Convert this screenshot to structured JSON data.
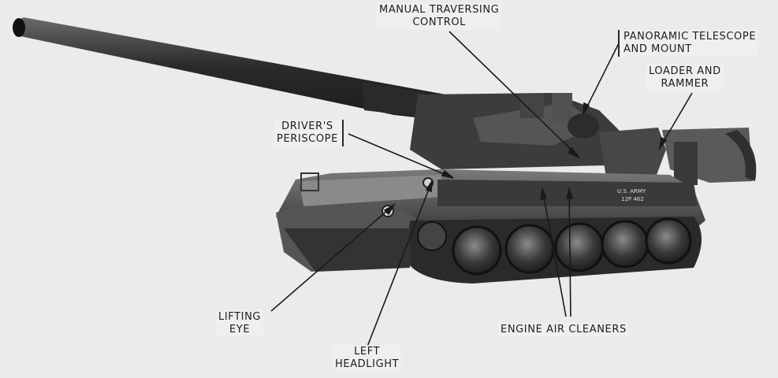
{
  "labels": {
    "manual_traversing_control": [
      "MANUAL TRAVERSING",
      "CONTROL"
    ],
    "panoramic_telescope": [
      "PANORAMIC TELESCOPE",
      "AND MOUNT"
    ],
    "loader_rammer": [
      "LOADER AND",
      "RAMMER"
    ],
    "drivers_periscope": [
      "DRIVER'S",
      "PERISCOPE"
    ],
    "lifting_eye": [
      "LIFTING",
      "EYE"
    ],
    "left_headlight": [
      "LEFT",
      "HEADLIGHT"
    ],
    "engine_air_cleaners": "ENGINE AIR CLEANERS"
  },
  "vehicle_markings": [
    "U.S. ARMY",
    "12P 462"
  ],
  "colors": {
    "background": "#ebebeb",
    "hull": "#4a4a4a",
    "barrel": "#2e2e2e",
    "leader": "#1a1a1a"
  }
}
